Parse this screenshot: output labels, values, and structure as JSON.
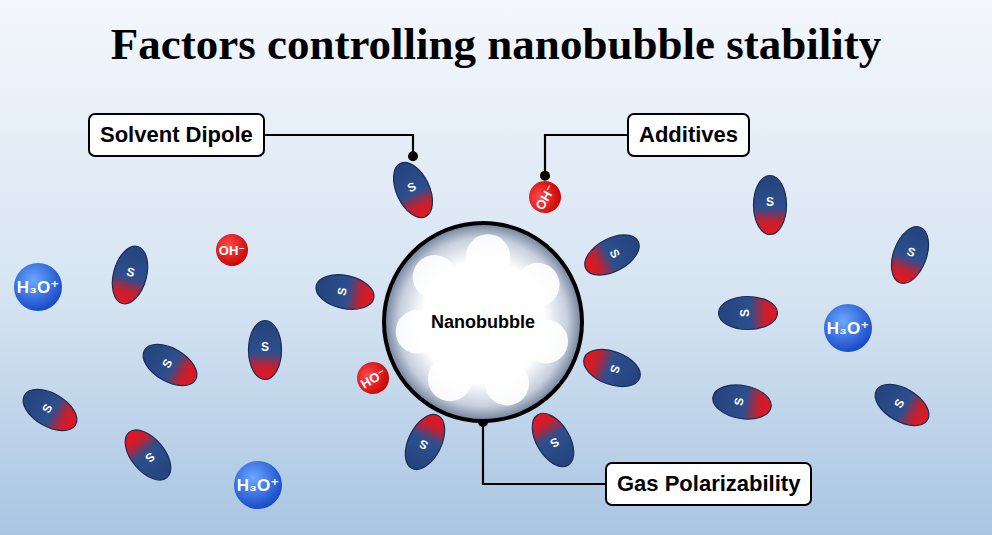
{
  "diagram": {
    "title": "Factors controlling nanobubble stability",
    "nodes": [
      {
        "text": [
          "Solvent Dipole"
        ]
      },
      {
        "text": [
          "Additives"
        ]
      },
      {
        "text": [
          "Nanobubble"
        ]
      },
      {
        "text": [
          "Gas Polarizability"
        ]
      },
      {
        "text": [
          "S"
        ]
      },
      {
        "text": [
          "OH⁻"
        ]
      },
      {
        "text": [
          "S"
        ]
      },
      {
        "text": [
          "S"
        ]
      },
      {
        "text": [
          "S"
        ]
      },
      {
        "text": [
          "S"
        ]
      },
      {
        "text": [
          "S"
        ]
      },
      {
        "text": [
          "HO⁻"
        ]
      },
      {
        "text": [
          "H₃O⁺"
        ]
      },
      {
        "text": [
          "OH⁻"
        ]
      },
      {
        "text": [
          "S"
        ]
      },
      {
        "text": [
          "S"
        ]
      },
      {
        "text": [
          "S"
        ]
      },
      {
        "text": [
          "S"
        ]
      },
      {
        "text": [
          "S"
        ]
      },
      {
        "text": [
          "H₃O⁺"
        ]
      },
      {
        "text": [
          "S"
        ]
      },
      {
        "text": [
          "S"
        ]
      },
      {
        "text": [
          "S"
        ]
      },
      {
        "text": [
          "H₃O⁺"
        ]
      },
      {
        "text": [
          "S"
        ]
      },
      {
        "text": [
          "S"
        ]
      }
    ],
    "edges": [
      {
        "from": 0,
        "to": 4,
        "arrow": "none"
      },
      {
        "from": 1,
        "to": 5,
        "arrow": "none"
      },
      {
        "from": 3,
        "to": 2,
        "arrow": "none"
      }
    ]
  }
}
